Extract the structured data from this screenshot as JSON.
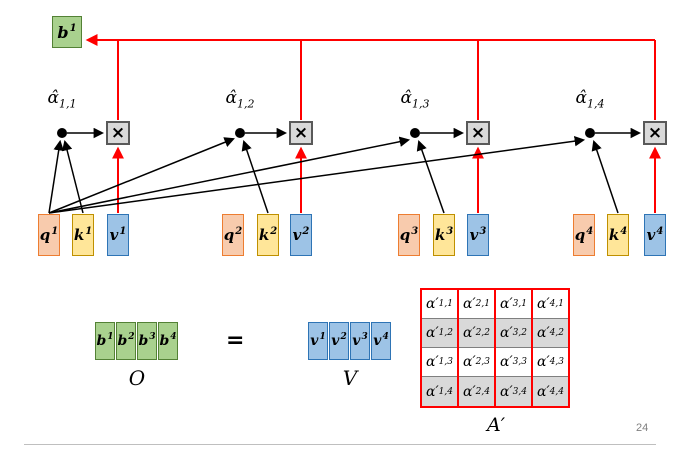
{
  "colors": {
    "green_fill": "#a9d18e",
    "green_border": "#538135",
    "orange_fill": "#f8cbad",
    "orange_border": "#ed7d31",
    "yellow_fill": "#ffe699",
    "yellow_border": "#bf9000",
    "blue_fill": "#9dc3e6",
    "blue_border": "#2e74b5",
    "gray_fill": "#d9d9d9",
    "red": "#ff0000"
  },
  "top": {
    "b_label": {
      "base": "b",
      "sup": "1"
    },
    "multiply": "×",
    "nodes": [
      {
        "sym": "α̂",
        "sub": "1,1"
      },
      {
        "sym": "α̂",
        "sub": "1,2"
      },
      {
        "sym": "α̂",
        "sub": "1,3"
      },
      {
        "sym": "α̂",
        "sub": "1,4"
      }
    ],
    "groups": [
      {
        "q": {
          "base": "q",
          "sup": "1"
        },
        "k": {
          "base": "k",
          "sup": "1"
        },
        "v": {
          "base": "v",
          "sup": "1"
        }
      },
      {
        "q": {
          "base": "q",
          "sup": "2"
        },
        "k": {
          "base": "k",
          "sup": "2"
        },
        "v": {
          "base": "v",
          "sup": "2"
        }
      },
      {
        "q": {
          "base": "q",
          "sup": "3"
        },
        "k": {
          "base": "k",
          "sup": "3"
        },
        "v": {
          "base": "v",
          "sup": "3"
        }
      },
      {
        "q": {
          "base": "q",
          "sup": "4"
        },
        "k": {
          "base": "k",
          "sup": "4"
        },
        "v": {
          "base": "v",
          "sup": "4"
        }
      }
    ]
  },
  "equation": {
    "o_boxes": [
      {
        "base": "b",
        "sup": "1"
      },
      {
        "base": "b",
        "sup": "2"
      },
      {
        "base": "b",
        "sup": "3"
      },
      {
        "base": "b",
        "sup": "4"
      }
    ],
    "o_label": "O",
    "equals": "=",
    "v_boxes": [
      {
        "base": "v",
        "sup": "1"
      },
      {
        "base": "v",
        "sup": "2"
      },
      {
        "base": "v",
        "sup": "3"
      },
      {
        "base": "v",
        "sup": "4"
      }
    ],
    "v_label": "V",
    "matrix": {
      "label": "A′",
      "symbol": "α′",
      "columns": [
        [
          "1,1",
          "1,2",
          "1,3",
          "1,4"
        ],
        [
          "2,1",
          "2,2",
          "2,3",
          "2,4"
        ],
        [
          "3,1",
          "3,2",
          "3,3",
          "3,4"
        ],
        [
          "4,1",
          "4,2",
          "4,3",
          "4,4"
        ]
      ]
    }
  },
  "page_number": "24"
}
